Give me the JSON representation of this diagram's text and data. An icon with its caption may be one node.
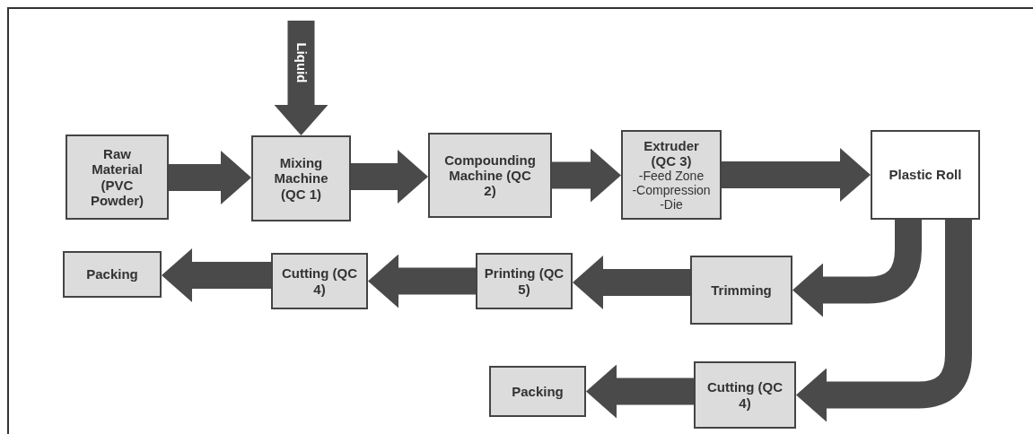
{
  "diagram": {
    "nodes": [
      {
        "text": [
          "Raw Material (PVC Powder)"
        ]
      },
      {
        "text": [
          "Mixing Machine (QC 1)"
        ]
      },
      {
        "text": [
          "Compounding Machine (QC 2)"
        ]
      },
      {
        "text": [
          "Extruder (QC 3)",
          "-Feed Zone",
          "-Compression",
          "-Die"
        ]
      },
      {
        "text": [
          "Plastic Roll"
        ]
      },
      {
        "text": [
          "Trimming"
        ]
      },
      {
        "text": [
          "Printing (QC 5)"
        ]
      },
      {
        "text": [
          "Cutting (QC 4)"
        ]
      },
      {
        "text": [
          "Packing"
        ]
      },
      {
        "text": [
          "Cutting (QC 4)"
        ]
      },
      {
        "text": [
          "Packing"
        ]
      }
    ],
    "edges": [
      {
        "from": null,
        "to": 1,
        "arrow": "to",
        "label": "Liquid"
      },
      {
        "from": 0,
        "to": 1,
        "arrow": "to"
      },
      {
        "from": 1,
        "to": 2,
        "arrow": "to"
      },
      {
        "from": 2,
        "to": 3,
        "arrow": "to"
      },
      {
        "from": 3,
        "to": 4,
        "arrow": "to"
      },
      {
        "from": 4,
        "to": 5,
        "arrow": "to"
      },
      {
        "from": 5,
        "to": 6,
        "arrow": "to"
      },
      {
        "from": 6,
        "to": 7,
        "arrow": "to"
      },
      {
        "from": 7,
        "to": 8,
        "arrow": "to"
      },
      {
        "from": 4,
        "to": 9,
        "arrow": "to"
      },
      {
        "from": 9,
        "to": 10,
        "arrow": "to"
      }
    ]
  }
}
